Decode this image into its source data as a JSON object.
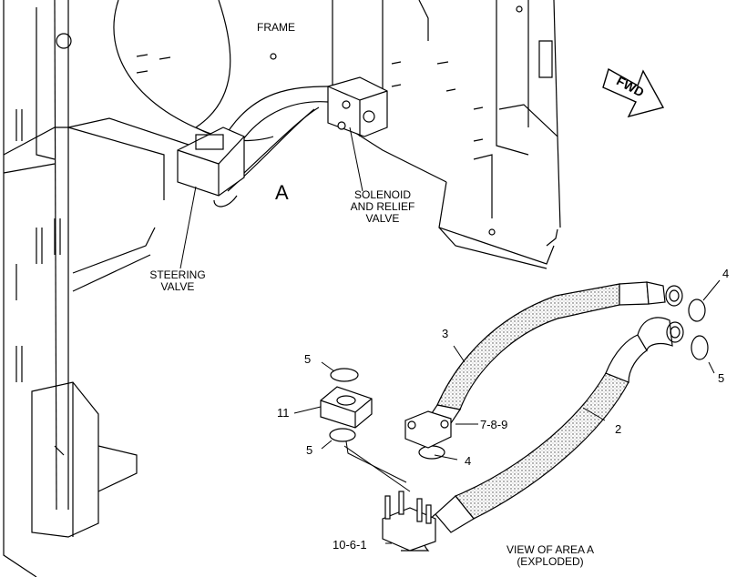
{
  "labels": {
    "frame": "FRAME",
    "area": "A",
    "solenoid_line1": "SOLENOID",
    "solenoid_line2": "AND RELIEF",
    "solenoid_line3": "VALVE",
    "steering_line1": "STEERING",
    "steering_line2": "VALVE",
    "view_line1": "VIEW OF AREA A",
    "view_line2": "(EXPLODED)",
    "fwd": "FWD"
  },
  "callouts": {
    "c4_top": "4",
    "c5_right": "5",
    "c3": "3",
    "c2": "2",
    "c789": "7-8-9",
    "c4_bottom": "4",
    "c5_top": "5",
    "c11": "11",
    "c5_mid": "5",
    "c1061": "10-6-1"
  },
  "colors": {
    "line": "#000000",
    "background": "#ffffff",
    "hatch": "#555555"
  }
}
